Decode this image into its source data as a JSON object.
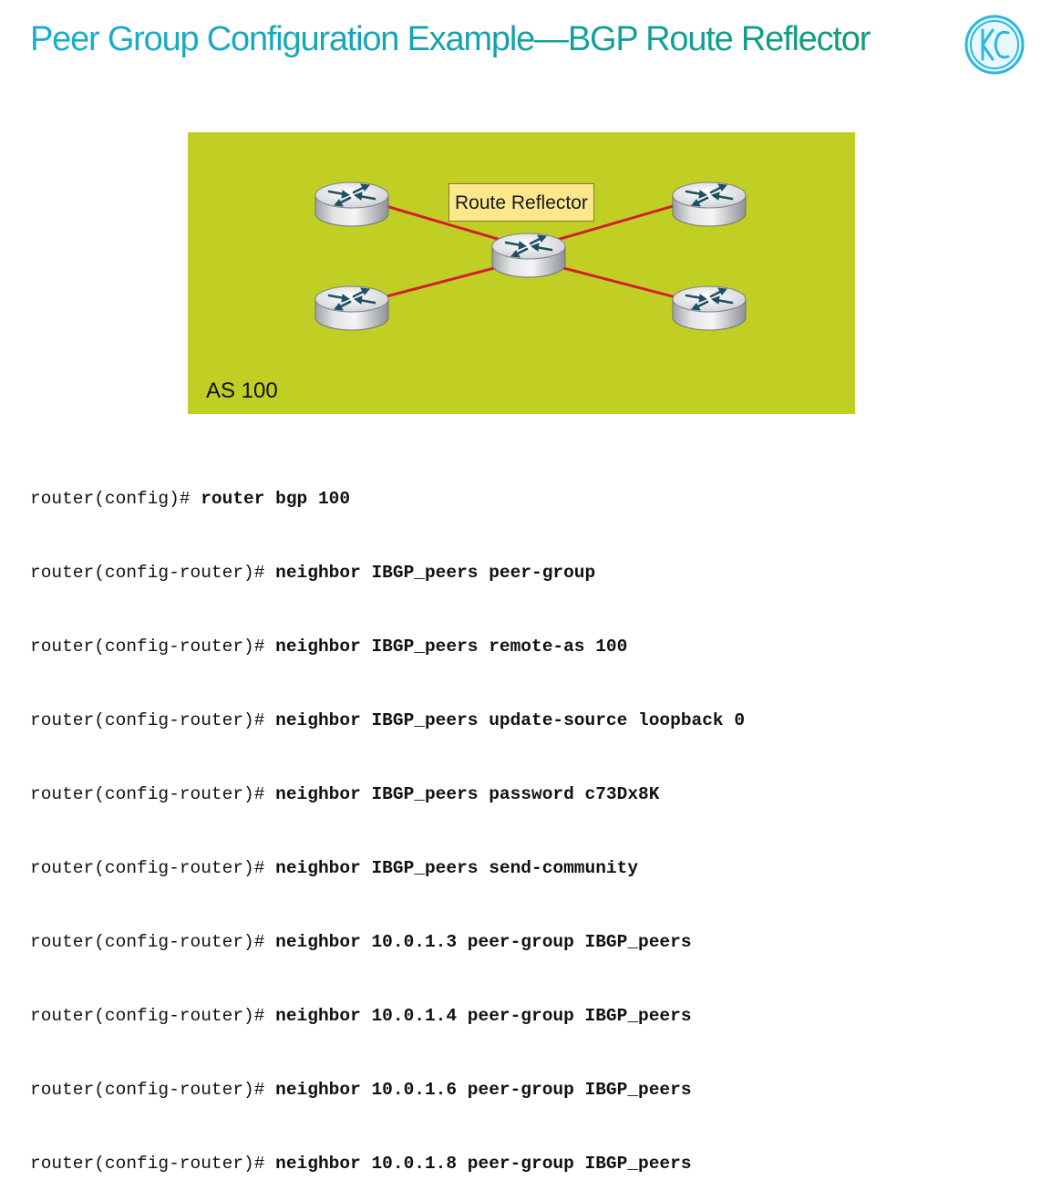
{
  "slide": {
    "title": "Peer Group Configuration Example—BGP Route Reflector",
    "logo_icon": "kc-logo-icon"
  },
  "diagram": {
    "background_color": "#c1cf24",
    "route_reflector_label": "Route Reflector",
    "as_label": "AS 100",
    "link_color": "#d21f2c",
    "routers": [
      {
        "role": "route-reflector",
        "icon": "router-icon"
      },
      {
        "role": "client-top-left",
        "icon": "router-icon"
      },
      {
        "role": "client-bottom-left",
        "icon": "router-icon"
      },
      {
        "role": "client-top-right",
        "icon": "router-icon"
      },
      {
        "role": "client-bottom-right",
        "icon": "router-icon"
      }
    ]
  },
  "config": {
    "lines": [
      {
        "prompt": "router(config)# ",
        "command": "router bgp 100"
      },
      {
        "prompt": "router(config-router)# ",
        "command": "neighbor IBGP_peers peer-group"
      },
      {
        "prompt": "router(config-router)# ",
        "command": "neighbor IBGP_peers remote-as 100"
      },
      {
        "prompt": "router(config-router)# ",
        "command": "neighbor IBGP_peers update-source loopback 0"
      },
      {
        "prompt": "router(config-router)# ",
        "command": "neighbor IBGP_peers password c73Dx8K"
      },
      {
        "prompt": "router(config-router)# ",
        "command": "neighbor IBGP_peers send-community"
      },
      {
        "prompt": "router(config-router)# ",
        "command": "neighbor 10.0.1.3 peer-group IBGP_peers"
      },
      {
        "prompt": "router(config-router)# ",
        "command": "neighbor 10.0.1.4 peer-group IBGP_peers"
      },
      {
        "prompt": "router(config-router)# ",
        "command": "neighbor 10.0.1.6 peer-group IBGP_peers"
      },
      {
        "prompt": "router(config-router)# ",
        "command": "neighbor 10.0.1.8 peer-group IBGP_peers"
      }
    ]
  }
}
